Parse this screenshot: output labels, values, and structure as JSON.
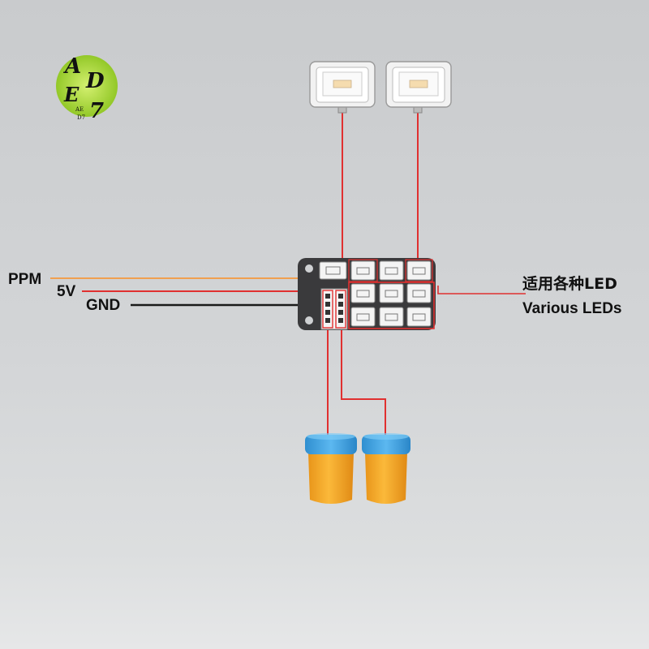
{
  "logo": {
    "letters": [
      "A",
      "D",
      "E",
      "7"
    ],
    "small_text_1": "AE",
    "small_text_2": "D7",
    "bg_color": "#a6d530"
  },
  "wire_labels": {
    "ppm": "PPM",
    "v5": "5V",
    "gnd": "GND"
  },
  "output_labels": {
    "chinese": "适用各种LED",
    "english": "Various LEDs"
  },
  "colors": {
    "wire_red": "#e03030",
    "wire_orange": "#f0a050",
    "wire_black": "#1a1a1a",
    "board": "#3a3a3c",
    "lamp_body": "#f5a623",
    "lamp_cap": "#3aa0e0"
  }
}
